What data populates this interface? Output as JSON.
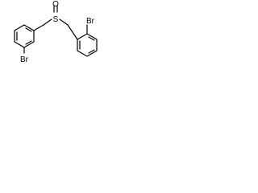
{
  "molecule": {
    "atoms": {
      "sulfur": "S",
      "oxygen": "O",
      "bromine_left": "Br",
      "bromine_right": "Br"
    }
  }
}
